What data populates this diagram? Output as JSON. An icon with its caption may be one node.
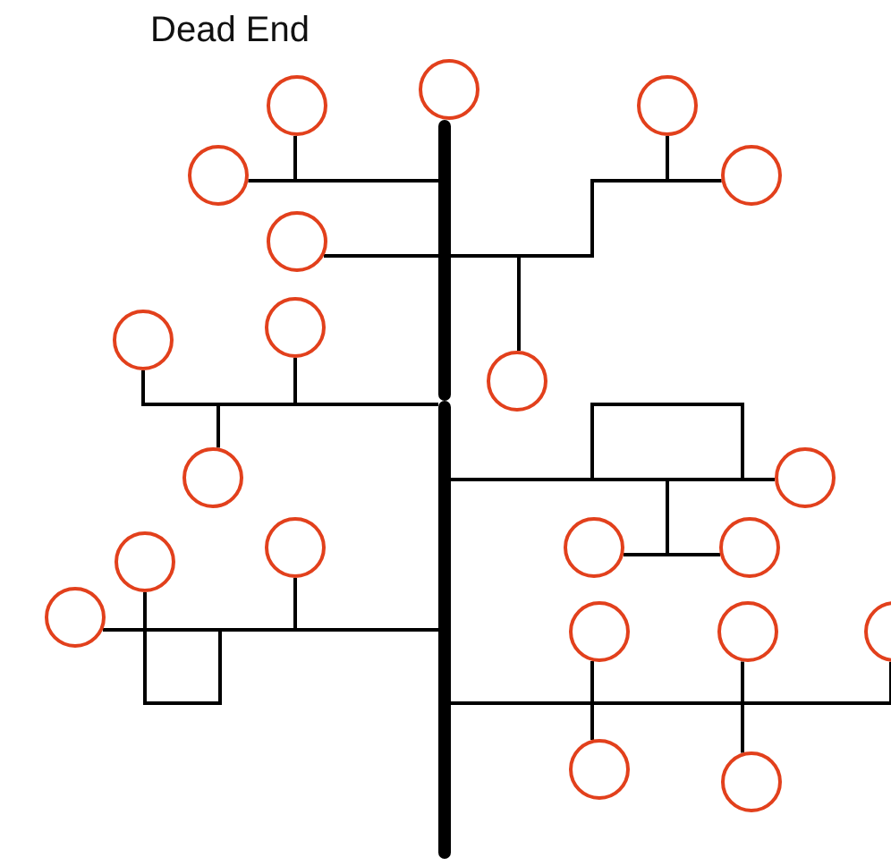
{
  "diagram": {
    "title": "Dead End",
    "nodes": [
      {
        "text": [],
        "shape": "bar"
      },
      {
        "text": [],
        "shape": "bar"
      },
      {
        "text": [],
        "shape": "circle"
      },
      {
        "text": [],
        "shape": "circle"
      },
      {
        "text": [],
        "shape": "circle"
      },
      {
        "text": [],
        "shape": "circle"
      },
      {
        "text": [],
        "shape": "circle"
      },
      {
        "text": [],
        "shape": "circle"
      },
      {
        "text": [],
        "shape": "circle"
      },
      {
        "text": [],
        "shape": "circle"
      },
      {
        "text": [],
        "shape": "circle"
      },
      {
        "text": [],
        "shape": "circle"
      },
      {
        "text": [],
        "shape": "circle"
      },
      {
        "text": [],
        "shape": "circle"
      },
      {
        "text": [],
        "shape": "circle"
      },
      {
        "text": [],
        "shape": "circle"
      },
      {
        "text": [],
        "shape": "circle"
      },
      {
        "text": [],
        "shape": "circle"
      },
      {
        "text": [],
        "shape": "circle"
      },
      {
        "text": [],
        "shape": "circle"
      },
      {
        "text": [],
        "shape": "circle"
      },
      {
        "text": [],
        "shape": "circle"
      },
      {
        "text": [],
        "shape": "circle"
      }
    ],
    "edges": [
      {
        "from": 0,
        "to": 3,
        "arrow": "none"
      },
      {
        "from": 0,
        "to": 5,
        "arrow": "none"
      },
      {
        "from": 0,
        "to": 4,
        "arrow": "none"
      },
      {
        "from": 0,
        "to": 6,
        "arrow": "none"
      },
      {
        "from": 0,
        "to": 10,
        "arrow": "none"
      },
      {
        "from": 0,
        "to": 7,
        "arrow": "none"
      },
      {
        "from": 0,
        "to": 8,
        "arrow": "none"
      },
      {
        "from": 0,
        "to": 9,
        "arrow": "none"
      },
      {
        "from": 0,
        "to": 11,
        "arrow": "none"
      },
      {
        "from": 1,
        "to": 12,
        "arrow": "none"
      },
      {
        "from": 1,
        "to": 14,
        "arrow": "none"
      },
      {
        "from": 1,
        "to": 15,
        "arrow": "none"
      },
      {
        "from": 1,
        "to": 13,
        "arrow": "none"
      },
      {
        "from": 1,
        "to": 16,
        "arrow": "none"
      },
      {
        "from": 1,
        "to": 17,
        "arrow": "none"
      },
      {
        "from": 1,
        "to": 18,
        "arrow": "none"
      },
      {
        "from": 1,
        "to": 21,
        "arrow": "none"
      },
      {
        "from": 1,
        "to": 19,
        "arrow": "none"
      },
      {
        "from": 1,
        "to": 22,
        "arrow": "none"
      },
      {
        "from": 1,
        "to": 20,
        "arrow": "none"
      }
    ]
  }
}
